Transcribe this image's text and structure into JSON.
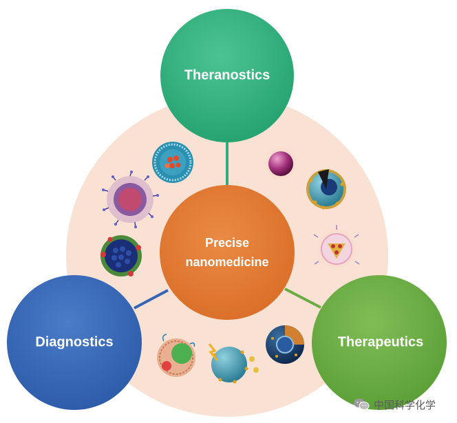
{
  "diagram": {
    "center_line1": "Precise",
    "center_line2": "nanomedicine",
    "top": "Theranostics",
    "left": "Diagnostics",
    "right": "Therapeutics"
  },
  "colors": {
    "background_disc": "#f9e2d4",
    "center": "#e07a33",
    "theranostics": "#2fae7f",
    "diagnostics": "#3566b5",
    "therapeutics": "#6aac43"
  },
  "watermark": {
    "icon": "wechat-icon",
    "text": "中国科学化学"
  }
}
